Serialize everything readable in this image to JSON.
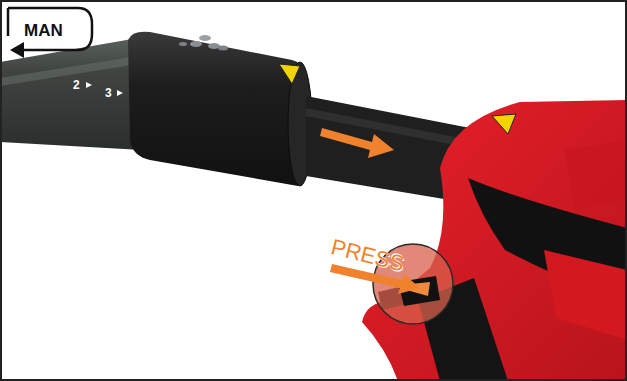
{
  "diagram": {
    "labels": [
      "MAN",
      "2",
      "3",
      "PRESS"
    ]
  }
}
